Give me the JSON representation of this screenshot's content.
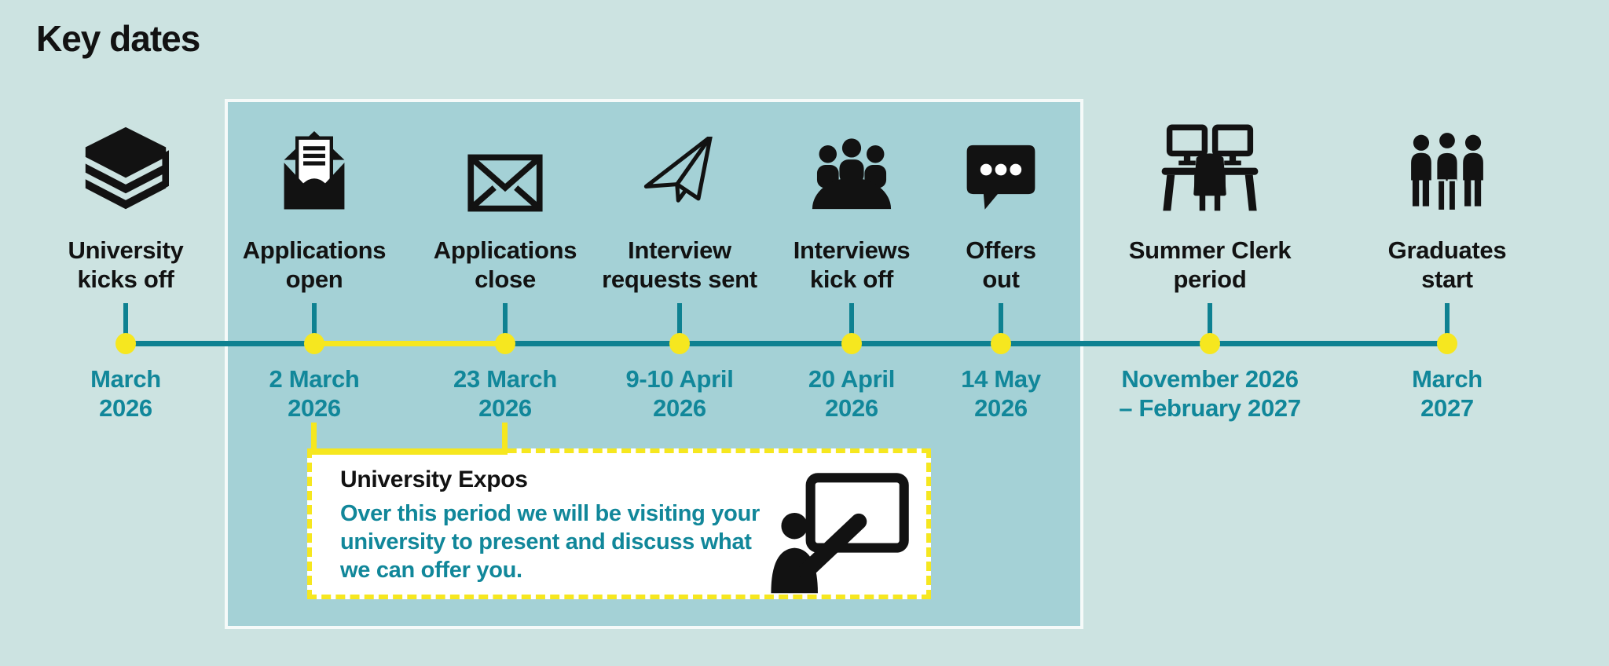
{
  "title": "Key dates",
  "milestones": [
    {
      "icon": "books-icon",
      "label_line1": "University",
      "label_line2": "kicks off",
      "date_line1": "March",
      "date_line2": "2026",
      "highlighted": false
    },
    {
      "icon": "envelope-open-icon",
      "label_line1": "Applications",
      "label_line2": "open",
      "date_line1": "2 March",
      "date_line2": "2026",
      "highlighted": true
    },
    {
      "icon": "envelope-closed-icon",
      "label_line1": "Applications",
      "label_line2": "close",
      "date_line1": "23 March",
      "date_line2": "2026",
      "highlighted": true
    },
    {
      "icon": "paper-plane-icon",
      "label_line1": "Interview",
      "label_line2": "requests sent",
      "date_line1": "9-10 April",
      "date_line2": "2026",
      "highlighted": true
    },
    {
      "icon": "meeting-icon",
      "label_line1": "Interviews",
      "label_line2": "kick off",
      "date_line1": "20 April",
      "date_line2": "2026",
      "highlighted": true
    },
    {
      "icon": "speech-bubble-icon",
      "label_line1": "Offers",
      "label_line2": "out",
      "date_line1": "14 May",
      "date_line2": "2026",
      "highlighted": true
    },
    {
      "icon": "workstations-icon",
      "label_line1": "Summer Clerk",
      "label_line2": "period",
      "date_line1": "November 2026",
      "date_line2": "– February 2027",
      "highlighted": false
    },
    {
      "icon": "graduates-icon",
      "label_line1": "Graduates",
      "label_line2": "start",
      "date_line1": "March",
      "date_line2": "2027",
      "highlighted": false
    }
  ],
  "callout": {
    "title": "University Expos",
    "body_lines": [
      "Over this period we will be visiting your",
      "university to present and discuss what",
      "we can offer you."
    ],
    "icon": "presenter-icon"
  },
  "colors": {
    "background": "#cce3e1",
    "highlight_box": "#a4d1d6",
    "box_border": "#f5faf9",
    "teal_line": "#0e8191",
    "teal_text": "#11879a",
    "yellow": "#f6e71f",
    "ink": "#121212",
    "callout_bg": "#ffffff"
  }
}
